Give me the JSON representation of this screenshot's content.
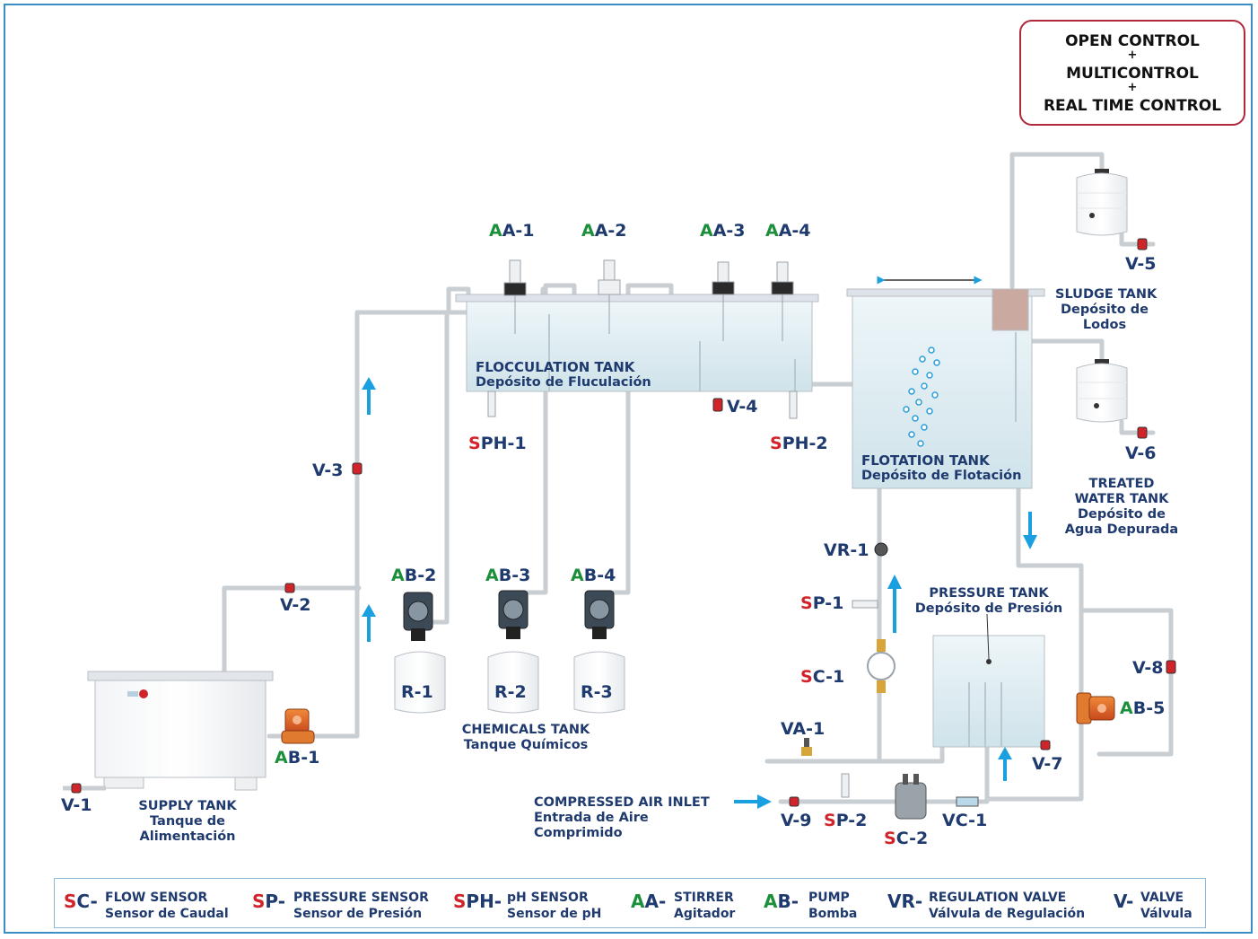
{
  "control_box": {
    "line1": "OPEN CONTROL",
    "plus": "+",
    "line2": "MULTICONTROL",
    "line3": "REAL TIME CONTROL"
  },
  "tanks": {
    "flocculation": {
      "name": "FLOCCULATION TANK",
      "name_es": "Depósito de Fluculación"
    },
    "flotation": {
      "name": "FLOTATION TANK",
      "name_es": "Depósito de Flotación"
    },
    "sludge": {
      "name": "SLUDGE TANK",
      "name_es1": "Depósito de",
      "name_es2": "Lodos"
    },
    "treated": {
      "name1": "TREATED",
      "name2": "WATER TANK",
      "name_es1": "Depósito de",
      "name_es2": "Agua Depurada"
    },
    "pressure": {
      "name": "PRESSURE TANK",
      "name_es": "Depósito de Presión"
    },
    "chemicals": {
      "name": "CHEMICALS TANK",
      "name_es": "Tanque Químicos"
    },
    "supply": {
      "name": "SUPPLY TANK",
      "name_es1": "Tanque de",
      "name_es2": "Alimentación"
    }
  },
  "air_inlet": {
    "line1": "COMPRESSED AIR INLET",
    "line2": "Entrada de Aire",
    "line3": "Comprimido"
  },
  "tags": {
    "aa1": {
      "p": "A",
      "r": "A-1"
    },
    "aa2": {
      "p": "A",
      "r": "A-2"
    },
    "aa3": {
      "p": "A",
      "r": "A-3"
    },
    "aa4": {
      "p": "A",
      "r": "A-4"
    },
    "ab1": {
      "p": "A",
      "r": "B-1"
    },
    "ab2": {
      "p": "A",
      "r": "B-2"
    },
    "ab3": {
      "p": "A",
      "r": "B-3"
    },
    "ab4": {
      "p": "A",
      "r": "B-4"
    },
    "ab5": {
      "p": "A",
      "r": "B-5"
    },
    "sph1": {
      "p": "S",
      "r": "PH-1"
    },
    "sph2": {
      "p": "S",
      "r": "PH-2"
    },
    "sp1": {
      "p": "S",
      "r": "P-1"
    },
    "sp2": {
      "p": "S",
      "r": "P-2"
    },
    "sc1": {
      "p": "S",
      "r": "C-1"
    },
    "sc2": {
      "p": "S",
      "r": "C-2"
    },
    "v1": "V-1",
    "v2": "V-2",
    "v3": "V-3",
    "v4": "V-4",
    "v5": "V-5",
    "v6": "V-6",
    "v7": "V-7",
    "v8": "V-8",
    "v9": "V-9",
    "vr1": "VR-1",
    "va1": "VA-1",
    "vc1": "VC-1",
    "r1": "R-1",
    "r2": "R-2",
    "r3": "R-3"
  },
  "legend": [
    {
      "p": "S",
      "r": "C-",
      "cls": "p1",
      "d1": "FLOW SENSOR",
      "d2": "Sensor de Caudal"
    },
    {
      "p": "S",
      "r": "P-",
      "cls": "p1",
      "d1": "PRESSURE SENSOR",
      "d2": "Sensor de Presión"
    },
    {
      "p": "S",
      "r": "PH-",
      "cls": "p1",
      "d1": "pH SENSOR",
      "d2": "Sensor de pH"
    },
    {
      "p": "A",
      "r": "A-",
      "cls": "p2",
      "d1": "STIRRER",
      "d2": "Agitador"
    },
    {
      "p": "A",
      "r": "B-",
      "cls": "p2",
      "d1": "PUMP",
      "d2": "Bomba"
    },
    {
      "p": "",
      "r": "VR-",
      "cls": "p1",
      "d1": "REGULATION VALVE",
      "d2": "Válvula de Regulación"
    },
    {
      "p": "",
      "r": "V-",
      "cls": "p1",
      "d1": "VALVE",
      "d2": "Válvula"
    }
  ],
  "colors": {
    "pipe": "#c9ced3",
    "arrow": "#1aa0e0",
    "water": "#dcebf1",
    "label": "#1f3a6e",
    "sensor_red": "#d0232a",
    "actuator_green": "#1c8f3b",
    "frame": "#3a8fc6",
    "control_border": "#b0283a"
  }
}
